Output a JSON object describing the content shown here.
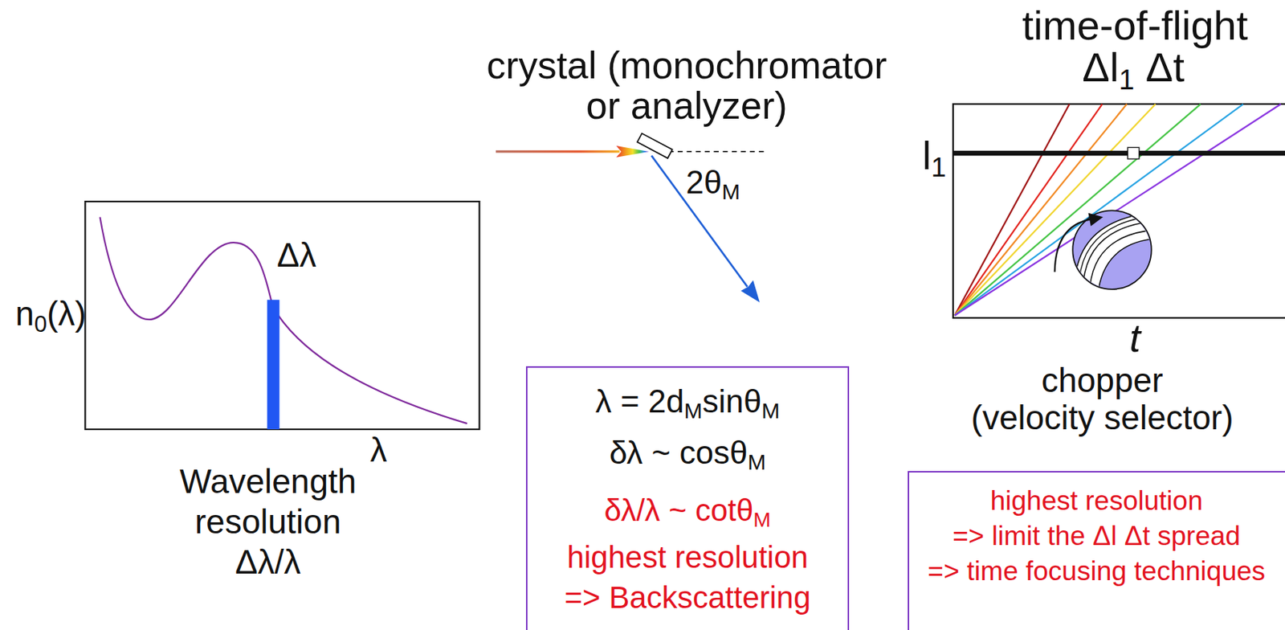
{
  "diagram": {
    "nodes": [
      {
        "text": [
          "λ = 2dMsinθM",
          "δλ ~ cosθM",
          "δλ/λ ~ cotθM",
          "highest resolution",
          "=> Backscattering"
        ]
      },
      {
        "text": [
          "highest resolution",
          "=> limit the Δl Δt spread",
          "=> time focusing techniques"
        ]
      }
    ],
    "labels": [
      "n0(λ)",
      "Δλ",
      "λ",
      "Wavelength resolution Δλ/λ",
      "crystal (monochromator or analyzer)",
      "2θM",
      "time-of-flight",
      "Δl1 Δt",
      "l1",
      "t",
      "chopper (velocity selector)"
    ]
  }
}
